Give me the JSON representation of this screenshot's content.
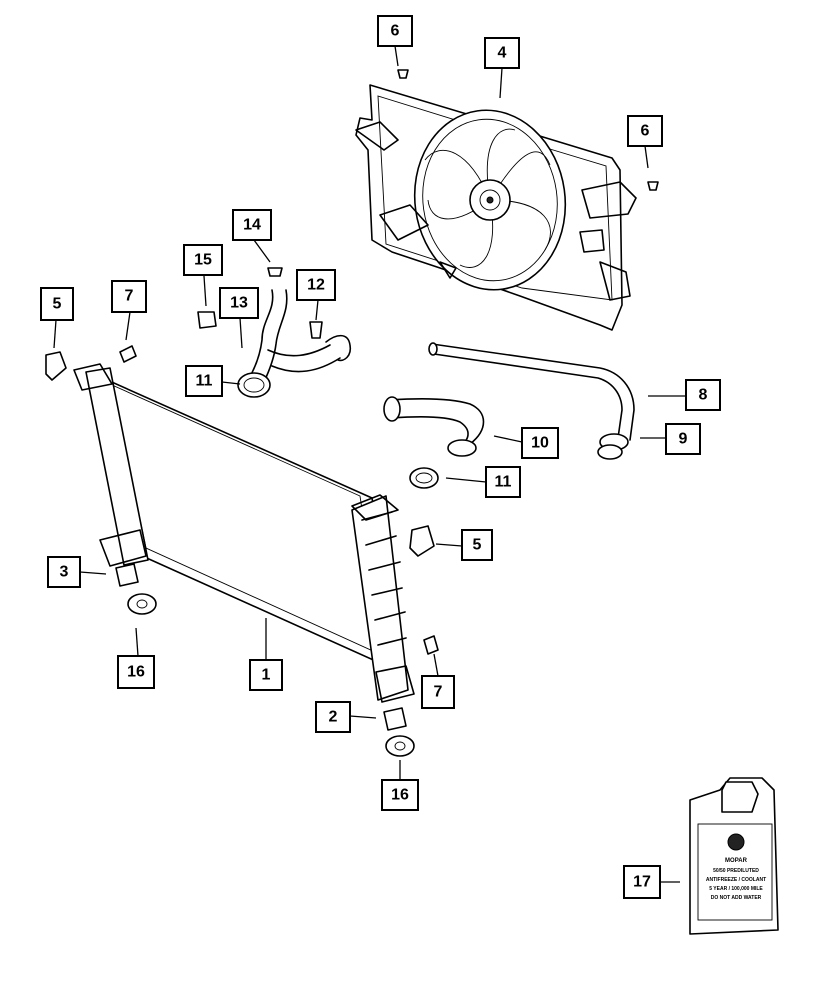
{
  "diagram": {
    "callouts": [
      "6",
      "4",
      "6",
      "14",
      "15",
      "12",
      "13",
      "5",
      "7",
      "11",
      "8",
      "10",
      "9",
      "11",
      "5",
      "3",
      "16",
      "1",
      "7",
      "2",
      "16",
      "17"
    ]
  },
  "coolant_jug": {
    "brand": "MOPAR",
    "line1": "50/50 PREDILUTED",
    "line2": "ANTIFREEZE / COOLANT",
    "line3": "5 YEAR / 100,000 MILE",
    "line4": "DO NOT ADD WATER"
  }
}
